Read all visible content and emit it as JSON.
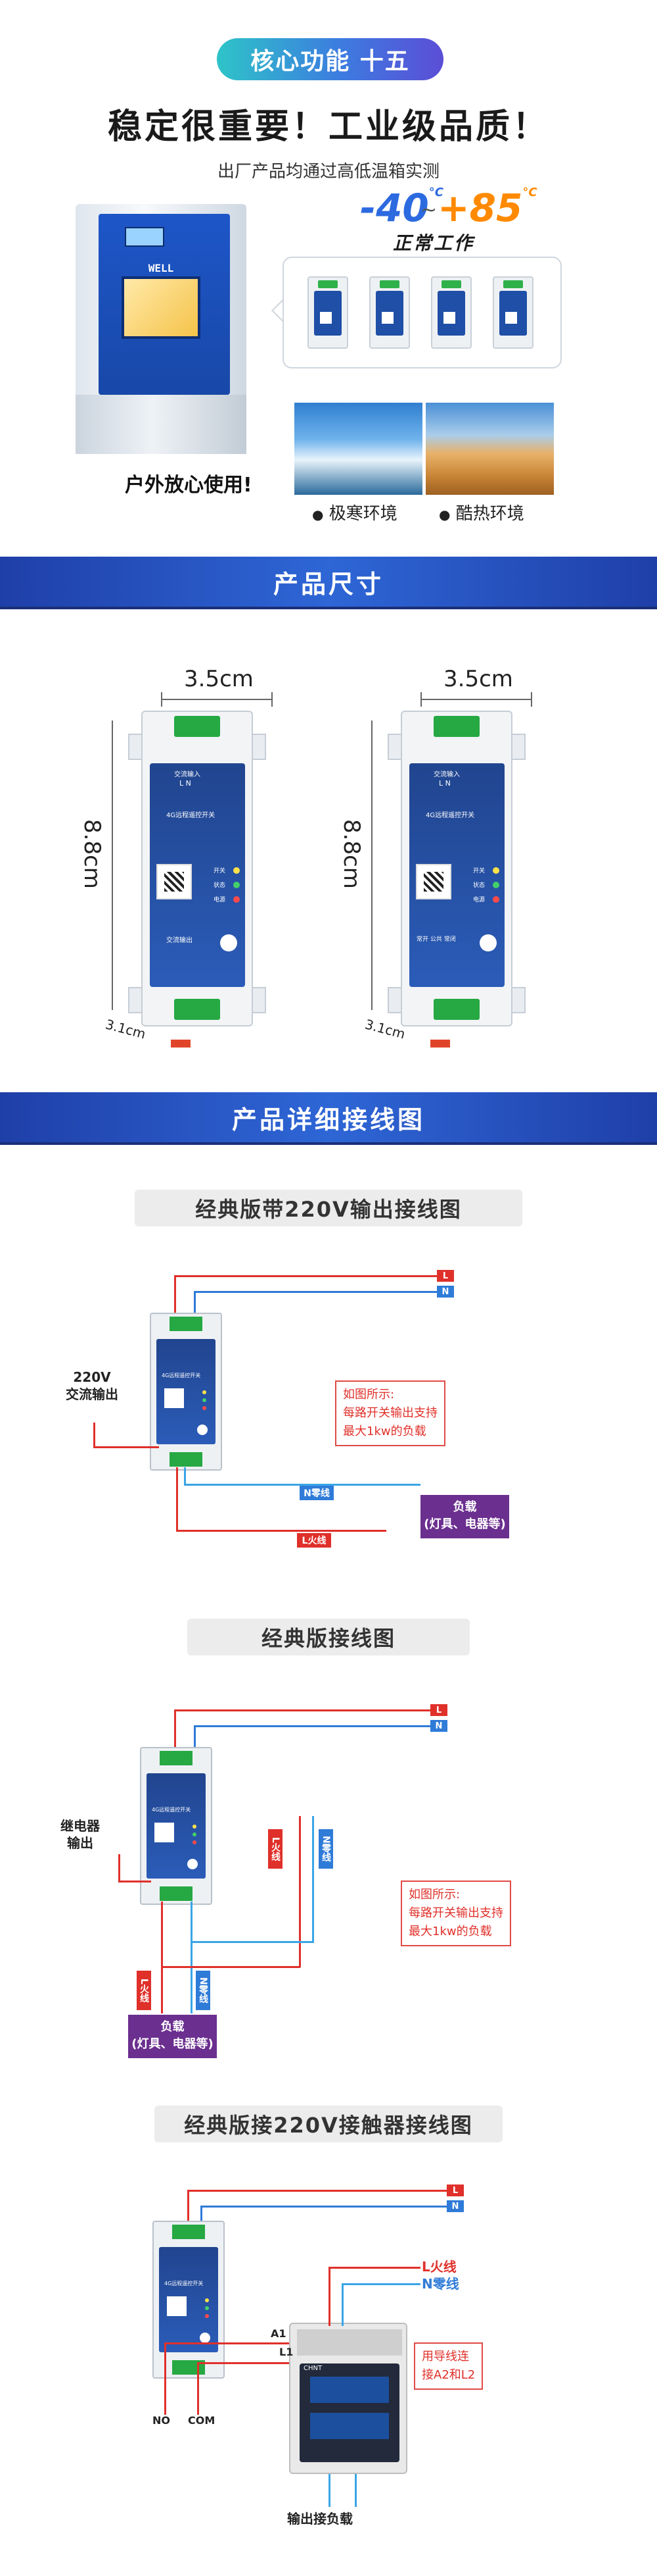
{
  "section1": {
    "pill_title": "核心功能 十五",
    "headline": "稳定很重要！工业级品质！",
    "subline": "出厂产品均通过高低温箱实测",
    "temp_cold": "-40",
    "temp_hot": "+85",
    "temp_sep": "~",
    "deg_unit": "°C",
    "normal_work": "正常工作",
    "chamber_brand": "WELL",
    "outdoor": "户外放心使用!",
    "cold_env": "极寒环境",
    "hot_env": "酷热环境",
    "bullet": "●"
  },
  "section2": {
    "banner": "产品尺寸",
    "width_label": "3.5cm",
    "height_label": "8.8cm",
    "depth_label": "3.1cm",
    "device_title": "4G远程遥控开关",
    "ac_in": "交流输入",
    "ac_out": "交流输出",
    "led_switch": "开关",
    "led_state": "状态",
    "led_power": "电源",
    "terminals": "L   N",
    "relay_terms": "常开 公共 常闭"
  },
  "section3": {
    "banner": "产品详细接线图",
    "d1": {
      "title": "经典版带220V输出接线图",
      "L": "L",
      "N": "N",
      "ac_out_label": "220V\n交流输出",
      "note": "如图所示:\n每路开关输出支持\n最大1kw的负载",
      "n_wire": "N零线",
      "l_wire": "L火线",
      "load": "负载\n(灯具、电器等)"
    },
    "d2": {
      "title": "经典版接线图",
      "L": "L",
      "N": "N",
      "relay_out": "继电器\n输出",
      "note": "如图所示:\n每路开关输出支持\n最大1kw的负载",
      "l_wire": "L火线",
      "n_wire": "N零线",
      "load": "负载\n(灯具、电器等)"
    },
    "d3": {
      "title": "经典版接220V接触器接线图",
      "L": "L",
      "N": "N",
      "l_wire": "L火线",
      "n_wire": "N零线",
      "a1": "A1",
      "l1": "L1",
      "no": "NO",
      "com": "COM",
      "note": "用导线连\n接A2和L2",
      "output": "输出接负载",
      "brand": "CHNT"
    }
  },
  "colors": {
    "accent_blue": "#2e66d6",
    "red_wire": "#e0302a",
    "blue_wire": "#3aa5e6",
    "load_purple": "#6b2f8f"
  }
}
